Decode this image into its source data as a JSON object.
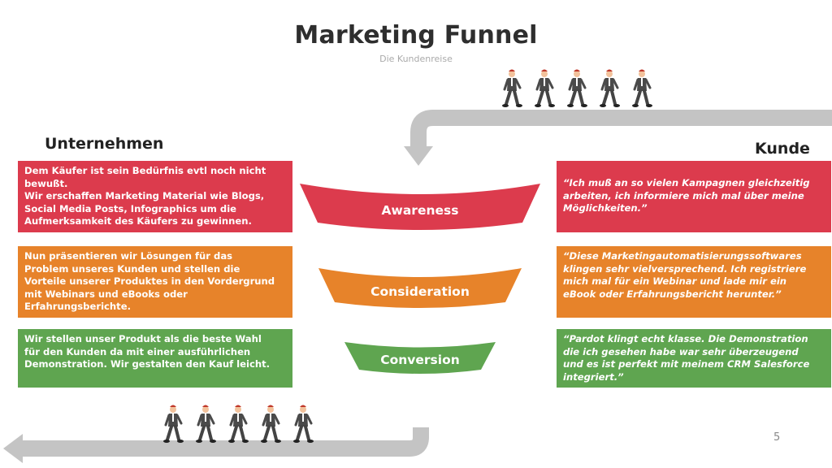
{
  "title": "Marketing Funnel",
  "subtitle": "Die Kundenreise",
  "left_heading": "Unternehmen",
  "right_heading": "Kunde",
  "colors": {
    "red": "#dc3b4d",
    "orange": "#e7832a",
    "green": "#5fa550",
    "arrow_gray": "#c4c4c4"
  },
  "stages": [
    {
      "label": "Awareness",
      "color": "#dc3b4d"
    },
    {
      "label": "Consideration",
      "color": "#e7832a"
    },
    {
      "label": "Conversion",
      "color": "#5fa550"
    }
  ],
  "company_boxes": [
    {
      "lines": [
        "Dem Käufer ist sein Bedürfnis evtl noch nicht",
        "bewußt.",
        "Wir erschaffen Marketing Material wie Blogs,",
        "Social Media Posts, Infographics um die",
        "Aufmerksamkeit des Käufers zu gewinnen."
      ]
    },
    {
      "lines": [
        "Nun präsentieren wir Lösungen für das",
        "Problem unseres Kunden und stellen die",
        "Vorteile unserer Produktes in den Vordergrund",
        "mit Webinars und eBooks oder",
        "Erfahrungsberichte."
      ]
    },
    {
      "lines": [
        "Wir stellen unser Produkt als die beste Wahl",
        "für den Kunden da mit einer ausführlichen",
        "Demonstration. Wir gestalten den Kauf leicht."
      ]
    }
  ],
  "customer_boxes": [
    {
      "lines": [
        "“Ich muß an so vielen Kampagnen gleichzeitig",
        "arbeiten, ich informiere mich mal über meine",
        "Möglichkeiten.”"
      ]
    },
    {
      "lines": [
        "“Diese Marketingautomatisierungssoftwares",
        "klingen sehr vielversprechend. Ich registriere",
        "mich mal für ein Webinar und lade mir ein",
        "eBook oder Erfahrungsbericht herunter.”"
      ]
    },
    {
      "lines": [
        "“Pardot klingt echt klasse. Die Demonstration",
        "die ich gesehen habe war sehr überzeugend",
        "und es ist perfekt mit meinem CRM Salesforce",
        "integriert.”"
      ]
    }
  ],
  "page_number": "5"
}
